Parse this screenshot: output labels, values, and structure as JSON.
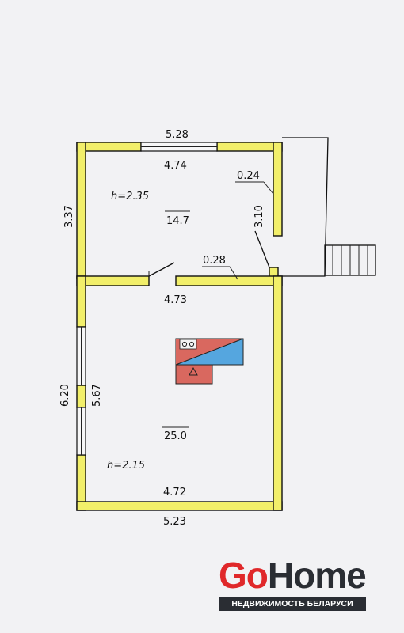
{
  "plan": {
    "top_room": {
      "outer_width": "5.28",
      "inner_width": "4.74",
      "outer_height": "3.37",
      "height_label": "h=2.35",
      "area": "14.7",
      "partition_thickness": "0.24",
      "partition_length": "3.10",
      "wall_thickness": "0.28"
    },
    "bottom_room": {
      "inner_width_top": "4.73",
      "outer_height": "6.20",
      "inner_height": "5.67",
      "area": "25.0",
      "height_label": "h=2.15",
      "inner_width_bottom": "4.72",
      "outer_width": "5.23"
    }
  },
  "stove_icon": "stove-symbol",
  "logo": {
    "go": "Go",
    "home": "Home",
    "subtitle": "НЕДВИЖИМОСТЬ БЕЛАРУСИ"
  },
  "colors": {
    "wall_fill": "#f2ef6a",
    "stove_red": "#d9685f",
    "stove_blue": "#55a6df",
    "logo_red": "#e0282a",
    "logo_dark": "#2a2d33"
  }
}
